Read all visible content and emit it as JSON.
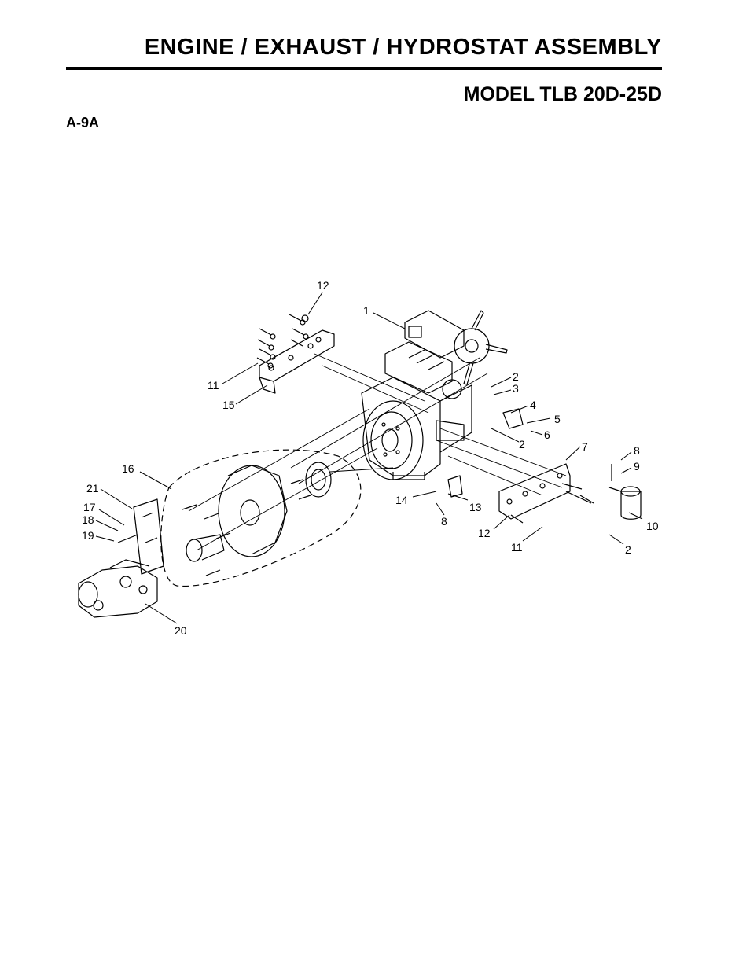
{
  "header": {
    "title": "ENGINE / EXHAUST / HYDROSTAT ASSEMBLY",
    "model": "MODEL TLB 20D-25D",
    "figure_ref": "A-9A"
  },
  "callouts": [
    {
      "id": "c12a",
      "label": "12"
    },
    {
      "id": "c1",
      "label": "1"
    },
    {
      "id": "c11a",
      "label": "11"
    },
    {
      "id": "c15",
      "label": "15"
    },
    {
      "id": "c2a",
      "label": "2"
    },
    {
      "id": "c3",
      "label": "3"
    },
    {
      "id": "c4",
      "label": "4"
    },
    {
      "id": "c5",
      "label": "5"
    },
    {
      "id": "c6",
      "label": "6"
    },
    {
      "id": "c2b",
      "label": "2"
    },
    {
      "id": "c7",
      "label": "7"
    },
    {
      "id": "c8a",
      "label": "8"
    },
    {
      "id": "c9",
      "label": "9"
    },
    {
      "id": "c16",
      "label": "16"
    },
    {
      "id": "c21",
      "label": "21"
    },
    {
      "id": "c17",
      "label": "17"
    },
    {
      "id": "c18",
      "label": "18"
    },
    {
      "id": "c19",
      "label": "19"
    },
    {
      "id": "c14",
      "label": "14"
    },
    {
      "id": "c13",
      "label": "13"
    },
    {
      "id": "c8b",
      "label": "8"
    },
    {
      "id": "c12b",
      "label": "12"
    },
    {
      "id": "c10",
      "label": "10"
    },
    {
      "id": "c11b",
      "label": "11"
    },
    {
      "id": "c2c",
      "label": "2"
    },
    {
      "id": "c20",
      "label": "20"
    }
  ]
}
